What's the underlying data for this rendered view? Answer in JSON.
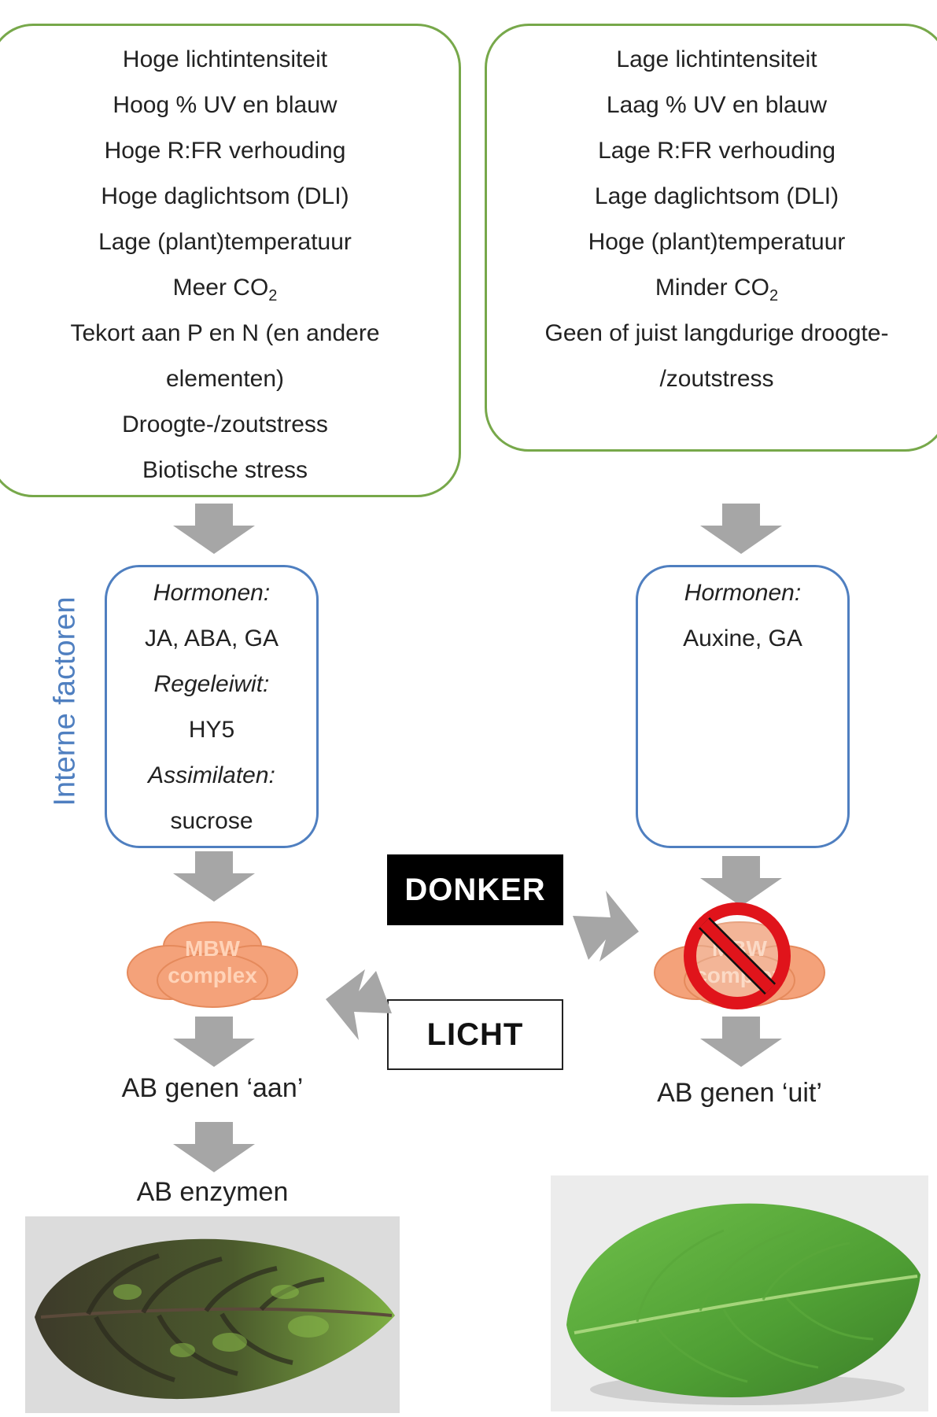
{
  "left_environment": {
    "lines": [
      "Hoge lichtintensiteit",
      "Hoog % UV en blauw",
      "Hoge R:FR verhouding",
      "Hoge daglichtsom (DLI)",
      "Lage (plant)temperatuur",
      "Meer CO",
      "Tekort aan P en N (en andere",
      "elementen)",
      "Droogte-/zoutstress",
      "Biotische stress"
    ],
    "co2_subscript": "2"
  },
  "right_environment": {
    "lines": [
      "Lage lichtintensiteit",
      "Laag % UV en blauw",
      "Lage R:FR verhouding",
      "Lage daglichtsom (DLI)",
      "Hoge (plant)temperatuur",
      "Minder CO",
      "Geen of juist langdurige droogte-",
      "/zoutstress"
    ],
    "co2_subscript": "2"
  },
  "internal_label": "Interne factoren",
  "left_internal": {
    "hormones_heading": "Hormonen:",
    "hormones": "JA, ABA, GA",
    "regulator_heading": "Regeleiwit:",
    "regulator": "HY5",
    "assimilates_heading": "Assimilaten:",
    "assimilates": "sucrose"
  },
  "right_internal": {
    "hormones_heading": "Hormonen:",
    "hormones": "Auxine, GA"
  },
  "complex": {
    "line1": "MBW",
    "line2": "complex"
  },
  "dark_label": "DONKER",
  "light_label": "LICHT",
  "left_outputs": {
    "genes": "AB genen ‘aan’",
    "enzymes": "AB enzymen"
  },
  "right_outputs": {
    "genes": "AB genen ‘uit’"
  },
  "colors": {
    "env_border": "#77a84a",
    "internal_border": "#4f7fc0",
    "arrow_fill": "#a6a6a6",
    "complex_fill": "#f4a27a",
    "prohibit_red": "#e0141b"
  }
}
